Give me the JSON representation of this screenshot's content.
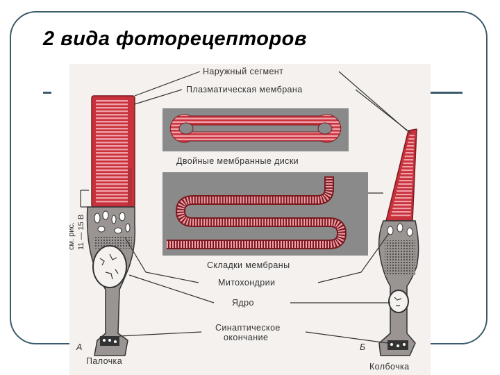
{
  "slide": {
    "title": "2 вида фоторецепторов"
  },
  "diagram": {
    "labels": {
      "outer_segment": "Наружный сегмент",
      "plasma_membrane": "Плазматическая мембрана",
      "double_discs": "Двойные мембранные диски",
      "membrane_folds": "Складки мембраны",
      "mitochondria": "Митохондрии",
      "nucleus": "Ядро",
      "synaptic_1": "Синаптическое",
      "synaptic_2": "окончание",
      "rod_letter": "А",
      "rod": "Палочка",
      "cone_letter": "Б",
      "cone": "Колбочка",
      "side_ref_1": "см. рис.",
      "side_ref_2": "11 — 15 В"
    },
    "colors": {
      "membrane_red": "#c8323c",
      "membrane_pink": "#f0a0a8",
      "panel_gray": "#8a8a8a",
      "cell_gray": "#9a9592",
      "line_dark": "#333333",
      "frame": "#3b5a6b"
    }
  }
}
